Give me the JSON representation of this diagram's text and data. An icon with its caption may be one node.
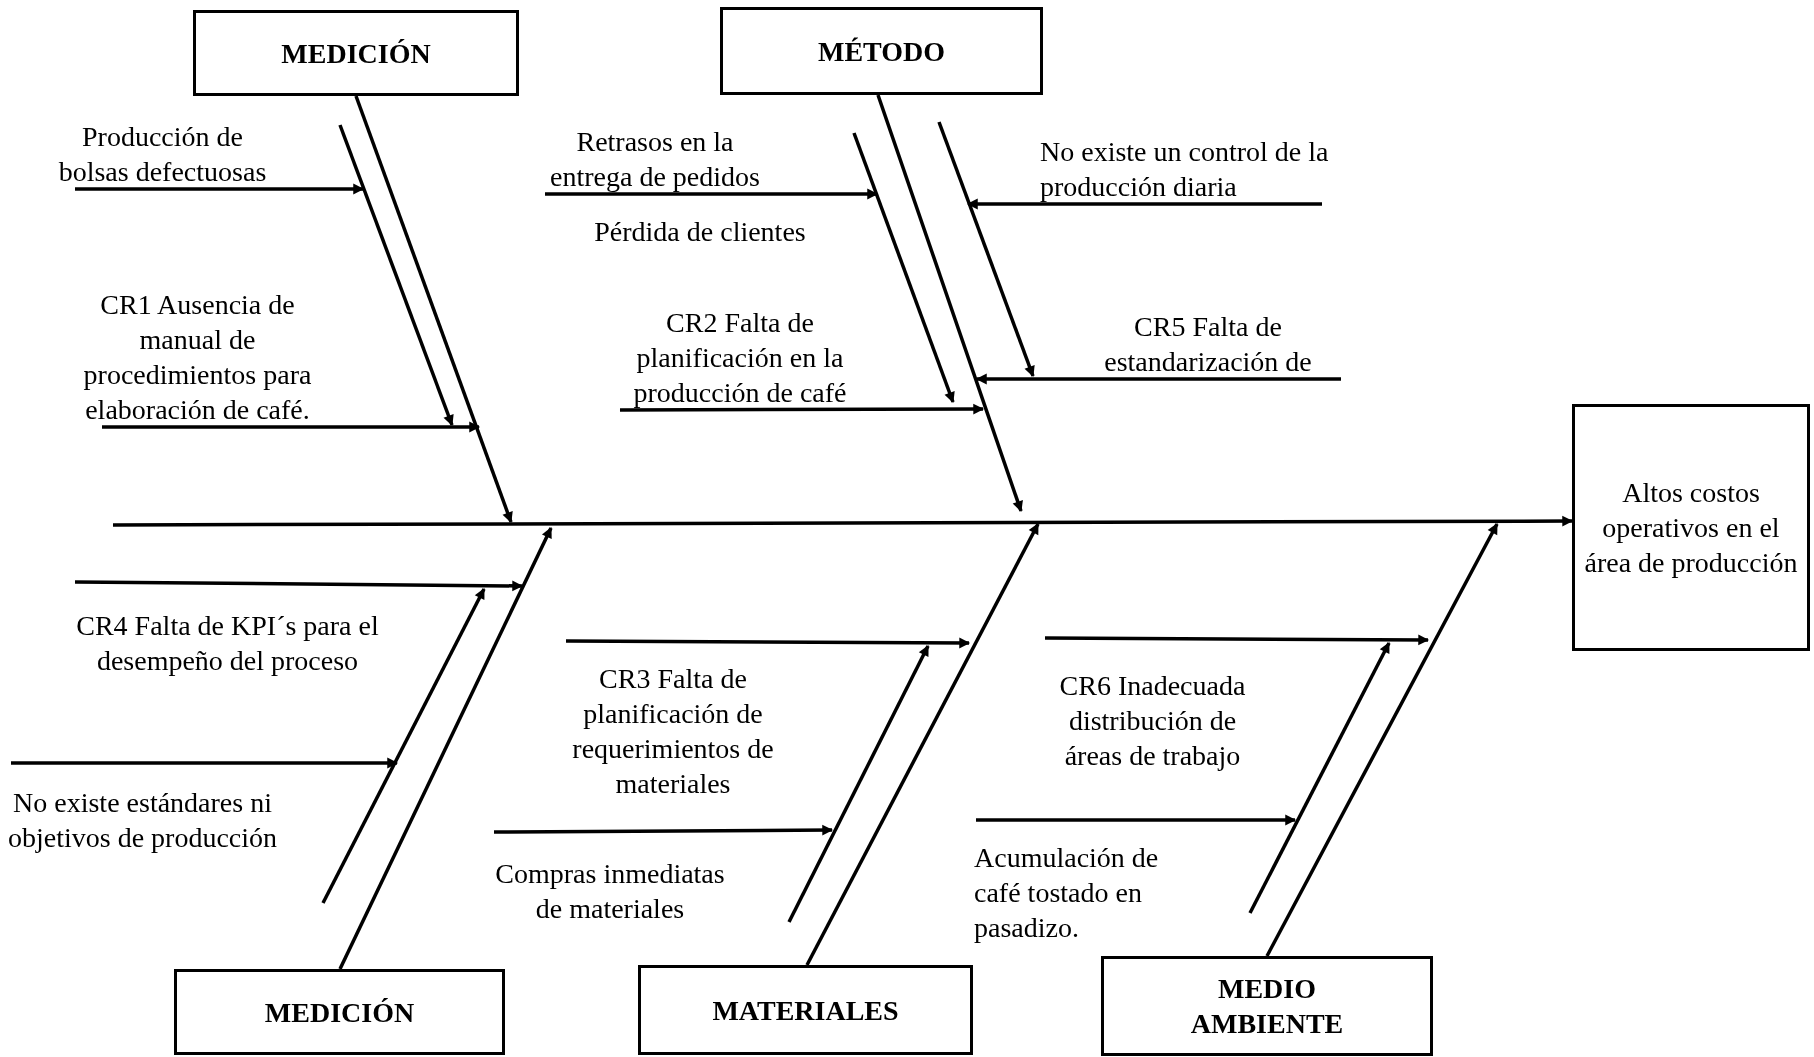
{
  "diagram": {
    "nodes": [
      {
        "text": [
          "MEDICIÓN"
        ]
      },
      {
        "text": [
          "MÉTODO"
        ]
      },
      {
        "text": [
          "Producción de bolsas defectuosas"
        ]
      },
      {
        "text": [
          "CR1 Ausencia de manual de procedimientos para elaboración de café."
        ]
      },
      {
        "text": [
          "Retrasos en la entrega de pedidos"
        ]
      },
      {
        "text": [
          "CR2 Falta de planificación en la producción de café"
        ]
      },
      {
        "text": [
          "No existe un control de la producción diaria"
        ]
      },
      {
        "text": [
          "CR5 Falta de estandarización de"
        ]
      },
      {
        "text": [
          "Altos costos operativos en el área de producción"
        ]
      },
      {
        "text": [
          "CR4 Falta de KPI´s para el desempeño del proceso"
        ]
      },
      {
        "text": [
          "No existe estándares ni objetivos de producción"
        ]
      },
      {
        "text": [
          "CR3 Falta de planificación de requerimientos de materiales"
        ]
      },
      {
        "text": [
          "Compras inmediatas de materiales"
        ]
      },
      {
        "text": [
          "CR6 Inadecuada distribución de áreas de trabajo"
        ]
      },
      {
        "text": [
          "Acumulación de café tostado en pasadizo."
        ]
      },
      {
        "text": [
          "MEDICIÓN"
        ]
      },
      {
        "text": [
          "MATERIALES"
        ]
      },
      {
        "text": [
          "MEDIO AMBIENTE"
        ]
      }
    ],
    "edges": [
      {
        "from": 2,
        "to": null,
        "arrow": "to"
      },
      {
        "from": 3,
        "to": null,
        "arrow": "to"
      },
      {
        "from": 4,
        "to": null,
        "arrow": "to"
      },
      {
        "from": 5,
        "to": null,
        "arrow": "to"
      },
      {
        "from": 6,
        "to": null,
        "arrow": "to"
      },
      {
        "from": 7,
        "to": null,
        "arrow": "to"
      },
      {
        "from": 9,
        "to": null,
        "arrow": "to"
      },
      {
        "from": 10,
        "to": null,
        "arrow": "to"
      },
      {
        "from": 11,
        "to": null,
        "arrow": "to"
      },
      {
        "from": 12,
        "to": null,
        "arrow": "to"
      },
      {
        "from": 13,
        "to": null,
        "arrow": "to"
      },
      {
        "from": 14,
        "to": null,
        "arrow": "to"
      },
      {
        "from": 0,
        "to": null,
        "arrow": "to"
      },
      {
        "from": 1,
        "to": null,
        "arrow": "to"
      },
      {
        "from": 15,
        "to": null,
        "arrow": "to"
      },
      {
        "from": 16,
        "to": null,
        "arrow": "to"
      },
      {
        "from": 17,
        "to": null,
        "arrow": "to"
      },
      {
        "from": null,
        "to": 8,
        "arrow": "to"
      }
    ],
    "labels": [
      "Pérdida de clientes"
    ]
  }
}
